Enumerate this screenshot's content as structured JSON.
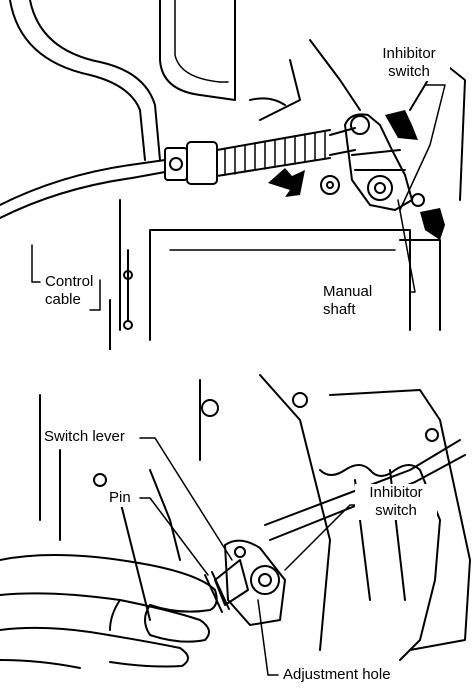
{
  "figure_top": {
    "labels": {
      "inhibitor_switch_line1": "Inhibitor",
      "inhibitor_switch_line2": "switch",
      "control_cable_line1": "Control",
      "control_cable_line2": "cable",
      "manual_shaft_line1": "Manual",
      "manual_shaft_line2": "shaft"
    }
  },
  "figure_bottom": {
    "labels": {
      "switch_lever": "Switch lever",
      "pin": "Pin",
      "inhibitor_switch_line1": "Inhibitor",
      "inhibitor_switch_line2": "switch",
      "adjustment_hole": "Adjustment hole"
    }
  },
  "colors": {
    "ink": "#000000",
    "paper": "#ffffff"
  }
}
